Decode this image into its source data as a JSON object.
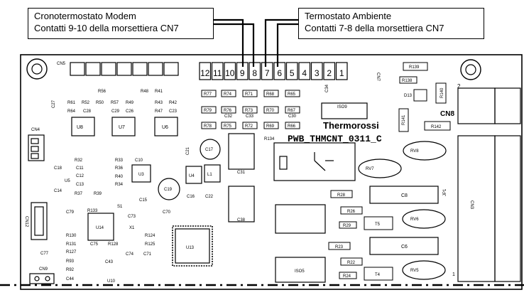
{
  "callouts": {
    "left": {
      "line1": "Cronotermostato Modem",
      "line2": "Contatti 9-10 della morsettiera CN7"
    },
    "right": {
      "line1": "Termostato Ambiente",
      "line2": "Contatti 7-8 della morsettiera CN7"
    }
  },
  "board": {
    "brand": "Thermorossi",
    "model": "PWB_THMCNT_0311_C",
    "connectors": {
      "cn4": "CN4",
      "cn5": "CN5",
      "cn7": "CN7",
      "cn8": "CN8",
      "cn3": "CN3",
      "cn9": "CN9",
      "cn12": "CN12"
    },
    "cn7_pins": [
      "12",
      "11",
      "10",
      "9",
      "8",
      "7",
      "6",
      "5",
      "4",
      "3",
      "2",
      "1"
    ],
    "pin_marks": {
      "one": "1",
      "two": "2"
    },
    "components": {
      "U8": "U8",
      "U7": "U7",
      "U6": "U6",
      "U5": "U5",
      "U4": "U4",
      "U3": "U3",
      "U13": "U13",
      "U14": "U14",
      "U10": "U10",
      "ISO9": "ISO9",
      "ISO5": "ISO5",
      "RV8": "RV8",
      "RV7": "RV7",
      "RV6": "RV6",
      "RV5": "RV5",
      "C8": "C8",
      "C6": "C6",
      "C19": "C19",
      "C17": "C17",
      "C31": "C31",
      "C38": "C38",
      "T5": "T5",
      "T4": "T4",
      "R139": "R139",
      "R138": "R138",
      "R140": "R140",
      "R141": "R141",
      "R142": "R142",
      "R28": "R28",
      "R26": "R26",
      "R29": "R29",
      "R23": "R23",
      "R22": "R22",
      "R24": "R24",
      "R77": "R77",
      "R74": "R74",
      "R71": "R71",
      "R68": "R68",
      "R65": "R65",
      "R79": "R79",
      "R76": "R76",
      "R73": "R73",
      "R70": "R70",
      "R67": "R67",
      "R78": "R78",
      "R75": "R75",
      "R72": "R72",
      "R69": "R69",
      "R66": "R66",
      "D13": "D13",
      "L1": "L1",
      "S1": "S1",
      "X1": "X1",
      "JP1": "JP1",
      "C79": "C79",
      "R133": "R133",
      "C70": "C70",
      "C73": "C73",
      "C77": "C77",
      "R130": "R130",
      "R131": "R131",
      "R127": "R127",
      "R93": "R93",
      "R92": "R92",
      "C75": "C75",
      "R128": "R128",
      "C74": "C74",
      "C71": "C71",
      "C43": "C43",
      "R124": "R124",
      "R125": "R125",
      "C16": "C16",
      "C22": "C22",
      "C15": "C15",
      "R32": "R32",
      "R33": "R33",
      "R36": "R36",
      "R40": "R40",
      "R34": "R34",
      "R37": "R37",
      "R39": "R39",
      "C11": "C11",
      "C12": "C12",
      "C13": "C13",
      "C14": "C14",
      "C18": "C18",
      "C10": "C10",
      "R56": "R56",
      "R50": "R50",
      "R57": "R57",
      "R52": "R52",
      "R61": "R61",
      "R64": "R64",
      "R49": "R49",
      "R48": "R48",
      "R41": "R41",
      "R43": "R43",
      "R47": "R47",
      "R42": "R42",
      "R134": "R134",
      "C27": "C27",
      "C28": "C28",
      "C29": "C29",
      "C26": "C26",
      "C23": "C23",
      "C21": "C21",
      "C30": "C30",
      "C32": "C32",
      "C33": "C33",
      "C34": "C34",
      "C44": "C44"
    }
  }
}
